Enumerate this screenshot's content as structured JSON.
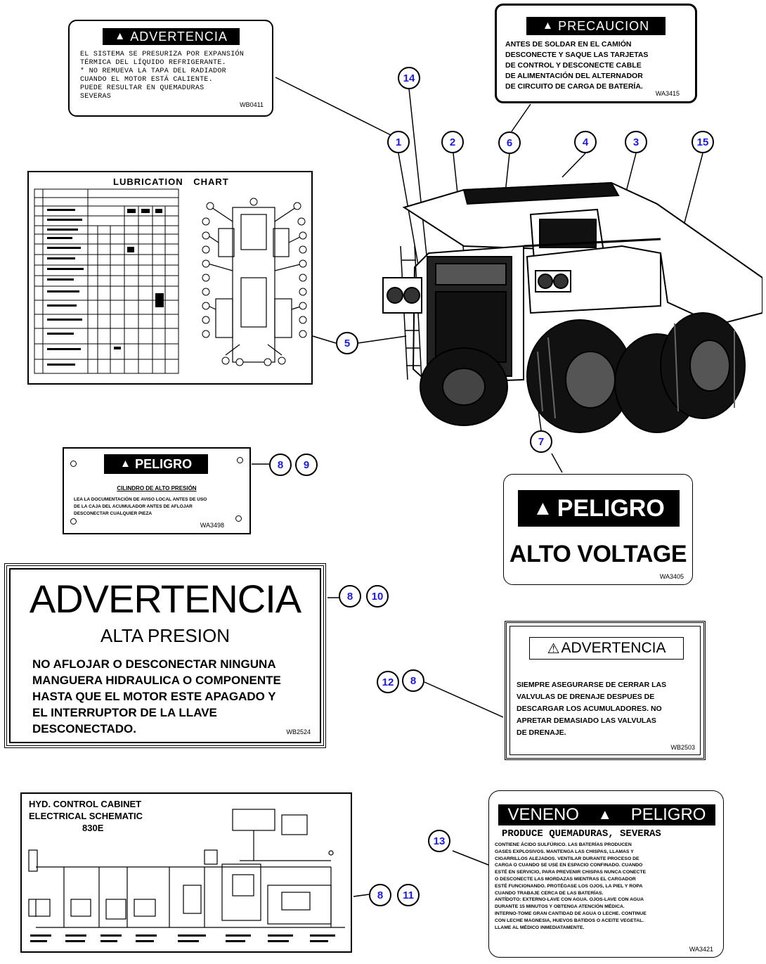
{
  "decals": {
    "radiator": {
      "header": "ADVERTENCIA",
      "lines": [
        "EL SISTEMA SE PRESURIZA POR EXPANSIÓN",
        "TÉRMICA DEL LÍQUIDO REFRIGERANTE.",
        "* NO REMUEVA LA TAPA DEL RADIADOR",
        "CUANDO EL MOTOR ESTÁ CALIENTE.",
        "PUEDE RESULTAR EN QUEMADURAS",
        "SEVERAS"
      ],
      "code": "WB0411"
    },
    "welding": {
      "header": "PRECAUCION",
      "lines": [
        "ANTES DE SOLDAR EN EL CAMIÓN",
        "DESCONECTE Y SAQUE LAS TARJETAS",
        "DE CONTROL Y DESCONECTE CABLE",
        "DE ALIMENTACIÓN DEL ALTERNADOR",
        "DE CIRCUITO DE CARGA DE BATERÍA."
      ],
      "code": "WA3415"
    },
    "lubrication": {
      "title": "LUBRICATION CHART"
    },
    "accumulator": {
      "header": "PELIGRO",
      "subheader": "CILINDRO DE ALTO PRESIÓN",
      "lines": [
        "LEA LA DOCUMENTACIÓN DE AVISO LOCAL ANTES DE USO",
        "DE LA CAJA DEL ACUMULADOR ANTES DE AFLOJAR",
        "DESCONECTAR CUALQUIER PIEZA"
      ],
      "code": "WA3498"
    },
    "high_voltage": {
      "header": "PELIGRO",
      "body": "ALTO VOLTAGE",
      "code": "WA3405"
    },
    "high_pressure": {
      "header": "ADVERTENCIA",
      "subheader": "ALTA PRESION",
      "lines": [
        "NO AFLOJAR O DESCONECTAR NINGUNA",
        "MANGUERA HIDRAULICA O COMPONENTE",
        "HASTA QUE EL MOTOR ESTE APAGADO Y",
        "EL INTERRUPTOR DE LA LLAVE",
        "DESCONECTADO."
      ],
      "code": "WB2524"
    },
    "drain_valves": {
      "header": "ADVERTENCIA",
      "lines": [
        "SIEMPRE ASEGURARSE DE CERRAR LAS",
        "VALVULAS DE DRENAJE DESPUES DE",
        "DESCARGAR LOS ACUMULADORES. NO",
        "APRETAR DEMASIADO LAS VALVULAS",
        "DE DRENAJE."
      ],
      "code": "WB2503"
    },
    "schematic": {
      "title_lines": [
        "HYD. CONTROL CABINET",
        "ELECTRICAL SCHEMATIC",
        "830E"
      ]
    },
    "battery": {
      "header_left": "VENENO",
      "header_right": "PELIGRO",
      "subheader": "PRODUCE QUEMADURAS, SEVERAS",
      "lines": [
        "CONTIENE ÁCIDO SULFÚRICO. LAS BATERÍAS PRODUCEN",
        "GASES EXPLOSIVOS. MANTENGA LAS CHISPAS, LLAMAS Y",
        "CIGARRILLOS ALEJADOS. VENTILAR DURANTE PROCESO DE",
        "CARGA O CUANDO SE USE EN ESPACIO CONFINADO. CUANDO",
        "ESTÉ EN SERVICIO, PARA PREVENIR CHISPAS NUNCA CONECTE",
        "O DESCONECTE LAS MORDAZAS MIENTRAS EL CARGADOR",
        "ESTÉ FUNCIONANDO. PROTÉGASE LOS OJOS, LA PIEL Y ROPA",
        "CUANDO TRABAJE CERCA DE LAS BATERÍAS.",
        "ANTÍDOTO: EXTERNO-LAVE CON AGUA. OJOS-LAVE CON AGUA",
        "DURANTE 15 MINUTOS Y OBTENGA ATENCIÓN MÉDICA.",
        "INTERNO-TOME GRAN CANTIDAD DE AGUA O LECHE. CONTINUE",
        "CON LECHE MAGNESIA, HUEVOS BATIDOS O ACEITE VEGETAL.",
        "LLAME AL MÉDICO INMEDIATAMENTE."
      ],
      "code": "WA3421"
    }
  },
  "callouts": {
    "c1": "1",
    "c2": "2",
    "c3": "3",
    "c4": "4",
    "c5": "5",
    "c6": "6",
    "c7": "7",
    "c8a": "8",
    "c9": "9",
    "c8b": "8",
    "c10": "10",
    "c12": "12",
    "c8c": "8",
    "c13": "13",
    "c8d": "8",
    "c11": "11",
    "c14": "14",
    "c15": "15"
  },
  "colors": {
    "callout_text": "#1a1ae0",
    "ink": "#000000"
  }
}
